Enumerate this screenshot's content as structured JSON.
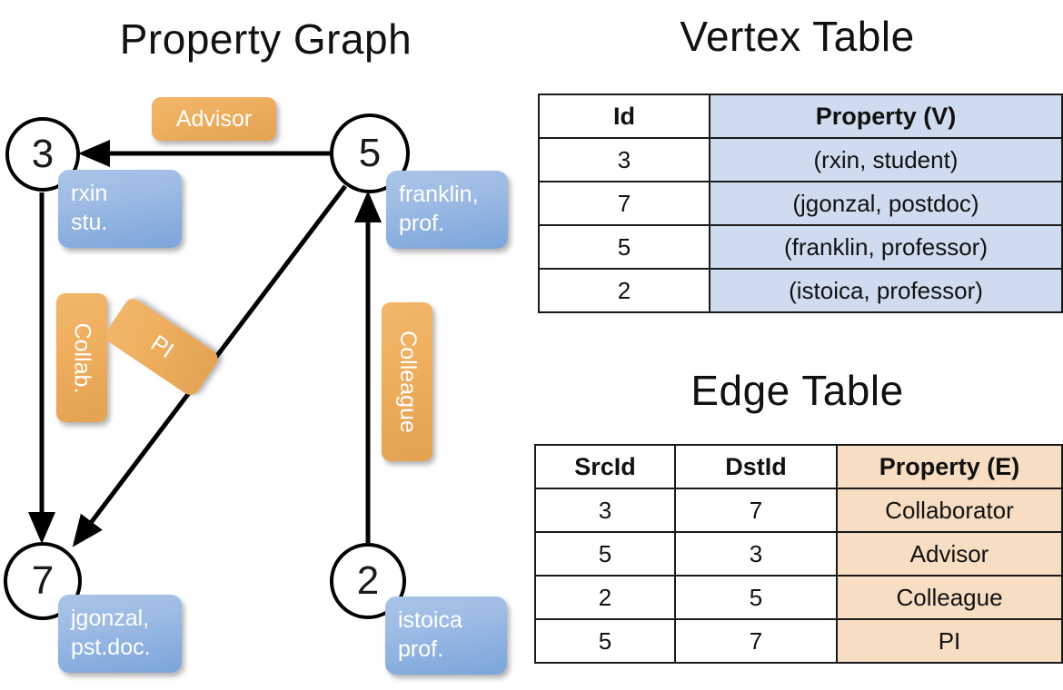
{
  "titles": {
    "property_graph": "Property Graph",
    "vertex_table": "Vertex Table",
    "edge_table": "Edge Table"
  },
  "graph": {
    "nodes": [
      {
        "id": "3",
        "property": "rxin\nstu."
      },
      {
        "id": "5",
        "property": "franklin,\nprof."
      },
      {
        "id": "7",
        "property": "jgonzal,\npst.doc."
      },
      {
        "id": "2",
        "property": "istoica\nprof."
      }
    ],
    "node_labels": {
      "n3": "3",
      "n5": "5",
      "n7": "7",
      "n2": "2"
    },
    "property_labels": {
      "rxin_line1": "rxin",
      "rxin_line2": "stu.",
      "franklin_line1": "franklin,",
      "franklin_line2": "prof.",
      "jgonzal_line1": "jgonzal,",
      "jgonzal_line2": "pst.doc.",
      "istoica_line1": "istoica",
      "istoica_line2": "prof."
    },
    "edge_labels": {
      "advisor": "Advisor",
      "collab": "Collab.",
      "pi": "PI",
      "colleague": "Colleague"
    },
    "edges": [
      {
        "from": "5",
        "to": "3",
        "label": "Advisor"
      },
      {
        "from": "3",
        "to": "7",
        "label": "Collab."
      },
      {
        "from": "5",
        "to": "7",
        "label": "PI"
      },
      {
        "from": "2",
        "to": "5",
        "label": "Colleague"
      }
    ]
  },
  "vertex_table": {
    "headers": [
      "Id",
      "Property (V)"
    ],
    "rows": [
      {
        "id": "3",
        "property": "(rxin, student)"
      },
      {
        "id": "7",
        "property": "(jgonzal, postdoc)"
      },
      {
        "id": "5",
        "property": "(franklin, professor)"
      },
      {
        "id": "2",
        "property": "(istoica, professor)"
      }
    ]
  },
  "edge_table": {
    "headers": [
      "SrcId",
      "DstId",
      "Property (E)"
    ],
    "rows": [
      {
        "src": "3",
        "dst": "7",
        "property": "Collaborator"
      },
      {
        "src": "5",
        "dst": "3",
        "property": "Advisor"
      },
      {
        "src": "2",
        "dst": "5",
        "property": "Colleague"
      },
      {
        "src": "5",
        "dst": "7",
        "property": "PI"
      }
    ]
  },
  "colors": {
    "vertex_property_fill": "#cfdcef",
    "edge_property_fill": "#f7ddc2",
    "node_box_blue": "#9dbbe4",
    "edge_label_orange": "#eeae5e",
    "stroke": "#1a1a1a"
  }
}
